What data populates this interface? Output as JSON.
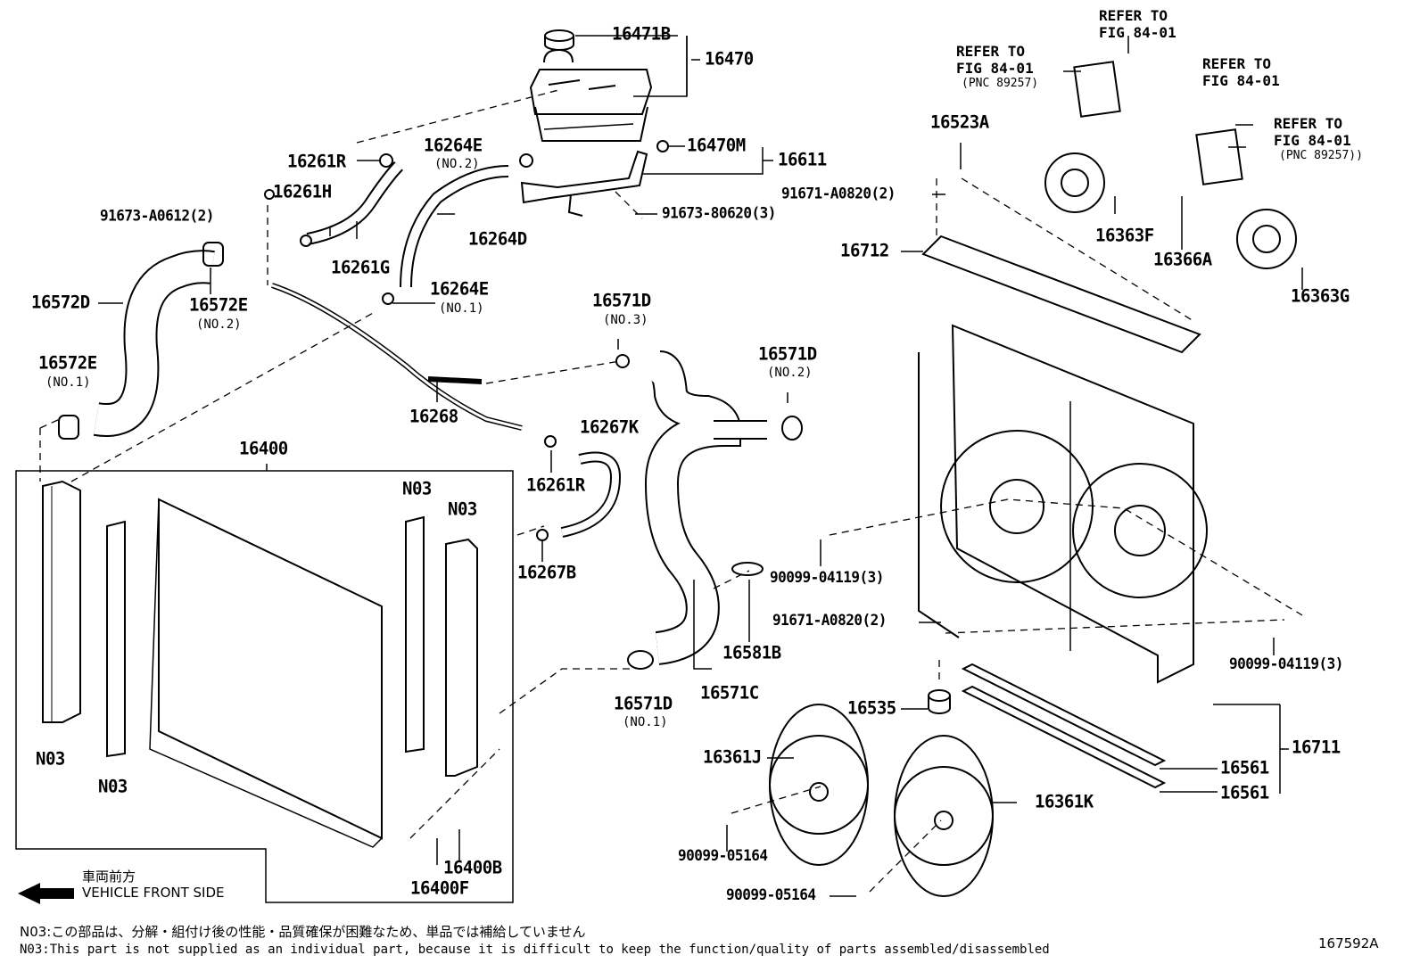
{
  "labels": {
    "p16471B": "16471B",
    "p16470": "16470",
    "p16470M": "16470M",
    "p16611": "16611",
    "p91673_80620": "91673-80620(3)",
    "p16264E_2": "16264E",
    "p16264E_2_sub": "(NO.2)",
    "p16261R_top": "16261R",
    "p16261H": "16261H",
    "p91673_A0612": "91673-A0612(2)",
    "p16264D": "16264D",
    "p16261G": "16261G",
    "p16572D": "16572D",
    "p16572E_2": "16572E",
    "p16572E_2_sub": "(NO.2)",
    "p16264E_1": "16264E",
    "p16264E_1_sub": "(NO.1)",
    "p16572E_1": "16572E",
    "p16572E_1_sub": "(NO.1)",
    "p16268": "16268",
    "p16571D_3": "16571D",
    "p16571D_3_sub": "(NO.3)",
    "p16571D_2": "16571D",
    "p16571D_2_sub": "(NO.2)",
    "p16267K": "16267K",
    "p16261R_mid": "16261R",
    "p16400": "16400",
    "p16267B": "16267B",
    "p16581B": "16581B",
    "p16571C": "16571C",
    "p16571D_1": "16571D",
    "p16571D_1_sub": "(NO.1)",
    "p16400B": "16400B",
    "p16400F": "16400F",
    "n03_a": "N03",
    "n03_b": "N03",
    "n03_c": "N03",
    "n03_d": "N03",
    "p16523A": "16523A",
    "p91671_A0820_top": "91671-A0820(2)",
    "p16712": "16712",
    "p16363F": "16363F",
    "p16366A": "16366A",
    "p16363G": "16363G",
    "p90099_04119_l": "90099-04119(3)",
    "p91671_A0820_mid": "91671-A0820(2)",
    "p90099_04119_r": "90099-04119(3)",
    "p16535": "16535",
    "p16361J": "16361J",
    "p16361K": "16361K",
    "p90099_05164_a": "90099-05164",
    "p90099_05164_b": "90099-05164",
    "p16561_a": "16561",
    "p16561_b": "16561",
    "p16711": "16711"
  },
  "refs": {
    "ref1_l1": "REFER TO",
    "ref1_l2": "FIG 84-01",
    "ref2_l1": "REFER TO",
    "ref2_l2": "FIG 84-01",
    "ref2_l3": "(PNC 89257)",
    "ref3_l1": "REFER TO",
    "ref3_l2": "FIG 84-01",
    "ref4_l1": "REFER TO",
    "ref4_l2": "FIG 84-01",
    "ref4_l3": "(PNC 89257))"
  },
  "front": {
    "jp": "車両前方",
    "en": "VEHICLE FRONT SIDE"
  },
  "notes": {
    "jp": "N03:この部品は、分解・組付け後の性能・品質確保が困難なため、単品では補給していません",
    "en": "N03:This part is not supplied as an individual part, because it is difficult to keep the function/quality of parts assembled/disassembled"
  },
  "diagram_id": "167592A"
}
